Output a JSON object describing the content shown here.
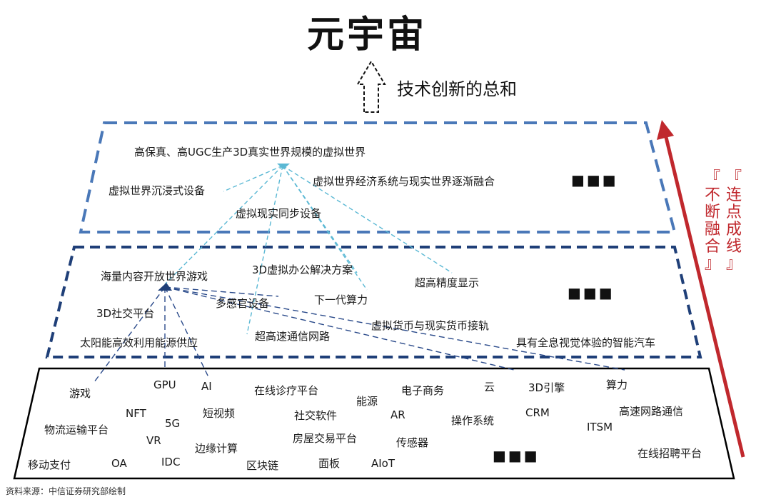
{
  "title": "元宇宙",
  "subtitle": "技术创新的总和",
  "side_left": [
    "『",
    "不",
    "断",
    "融",
    "合",
    "』"
  ],
  "side_right": [
    "『",
    "连",
    "点",
    "成",
    "线",
    "』"
  ],
  "top_layer": {
    "items": [
      "高保真、高UGC生产3D真实世界规模的虚拟世界",
      "虚拟世界沉浸式设备",
      "虚拟现实同步设备",
      "虚拟世界经济系统与现实世界逐渐融合"
    ],
    "more": "■■■"
  },
  "middle_layer": {
    "items": [
      "海量内容开放世界游戏",
      "3D虚拟办公解决方案",
      "超高精度显示",
      "3D社交平台",
      "多感官设备",
      "下一代算力",
      "虚拟货币与现实货币接轨",
      "太阳能高效利用能源供应",
      "超高速通信网路",
      "具有全息视觉体验的智能汽车"
    ],
    "more": "■■■"
  },
  "base_layer": {
    "items": [
      "游戏",
      "GPU",
      "AI",
      "在线诊疗平台",
      "能源",
      "电子商务",
      "云",
      "3D引擎",
      "算力",
      "NFT",
      "5G",
      "短视频",
      "社交软件",
      "AR",
      "操作系统",
      "CRM",
      "高速网路通信",
      "物流运输平台",
      "VR",
      "ITSM",
      "边缘计算",
      "房屋交易平台",
      "传感器",
      "移动支付",
      "OA",
      "IDC",
      "区块链",
      "面板",
      "AIoT",
      "在线招聘平台"
    ],
    "more": "■■■"
  },
  "source": "资料来源：中信证券研究部绘制",
  "colors": {
    "top_dash": "#4a78b8",
    "middle_dash": "#1f3f78",
    "base_border": "#000000",
    "top_lines": "#5ab8d4",
    "middle_lines": "#2a4a8a",
    "arrow": "#c0282d",
    "side_text": "#c0282d"
  }
}
